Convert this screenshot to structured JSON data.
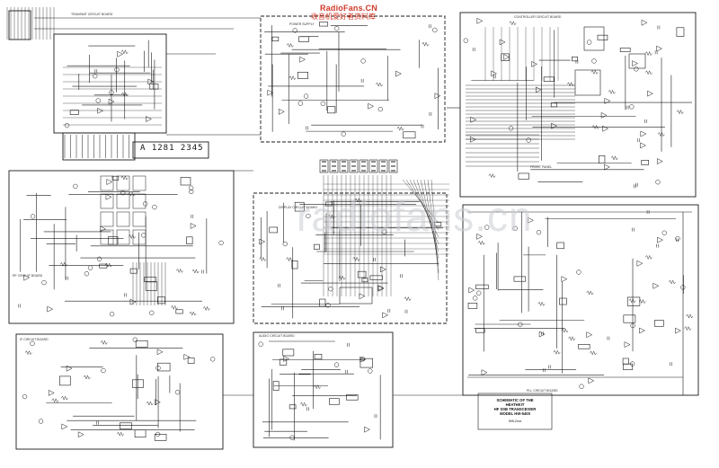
{
  "page_title": "Schematic of the Heathkit HF SSB Transceiver Model HW-5400",
  "watermark": {
    "site": "RadioFans.CN",
    "tagline": "收音机爱好者资料库",
    "faint": "radiofans.cn"
  },
  "title_block": {
    "lines": [
      "SCHEMATIC OF THE",
      "HEATHKIT",
      "HF SSB TRANSCEIVER",
      "MODEL HW-5400"
    ],
    "part_number": "595-2xxx"
  },
  "display_readout": "A 1281 2345",
  "board_labels": {
    "b1": "TRANSMIT CIRCUIT BOARD",
    "b2": "POWER SUPPLY",
    "b3": "CONTROLLER CIRCUIT BOARD",
    "b4": "RF CIRCUIT BOARD",
    "b5": "DISPLAY CIRCUIT BOARD",
    "b6": "FRONT PANEL",
    "b7": "IF CIRCUIT BOARD",
    "b8": "AUDIO CIRCUIT BOARD",
    "b9": "PLL CIRCUIT BOARD"
  },
  "colors": {
    "ink": "#1a1a1a",
    "paper": "#ffffff",
    "watermark_red": "#d23b2a",
    "watermark_gray": "#c9cdd2"
  }
}
